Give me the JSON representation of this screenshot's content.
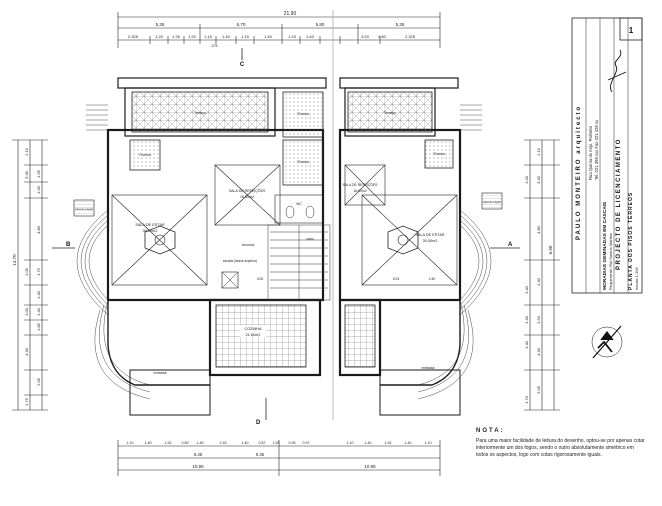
{
  "top_dims": {
    "total": "21.90",
    "segments_row1": [
      "5.35",
      "5.70",
      "5.80",
      "5.35"
    ],
    "segments_row2": [
      "2.325",
      "1.20",
      "1.35",
      "1.20",
      "1.15",
      "1.40",
      "1.15",
      "1.40",
      "1.15",
      "1.40",
      "2.325"
    ],
    "small": [
      "3.20",
      "4.80",
      ".275"
    ]
  },
  "bottom_dims": {
    "segments_row1": [
      "1.10",
      "1.40",
      "1.52",
      "0.80",
      "1.45",
      "1.53",
      "1.40",
      "0.87",
      "1.20",
      "0.95",
      "0.97",
      "1.10",
      "1.40",
      "1.52",
      "1.40",
      "1.10"
    ],
    "segments_row2": [
      "5.35",
      "5.35"
    ],
    "totals": [
      "10.95",
      "10.95"
    ]
  },
  "left_dims": {
    "total": "14.70",
    "values": [
      "1.15",
      "3.45",
      "1.00",
      "1.55",
      "4.80",
      "1.05",
      "1.75",
      "1.40",
      "1.40",
      "1.00",
      "1.85",
      "4.40",
      "2.05",
      "1.75"
    ]
  },
  "right_dims": {
    "total": "6.90",
    "values": [
      "1.15",
      "3.45",
      "1.00",
      "1.40",
      "4.80",
      "1.40",
      "1.40",
      "1.53",
      "1.40",
      "4.40",
      "2.05",
      "1.70"
    ]
  },
  "section_marks": {
    "top": "C",
    "bottom": "D",
    "left": "B",
    "right": "A"
  },
  "rooms": {
    "terraco_left": "Terraço",
    "terraco_right": "Terraço",
    "floreira_1": "Floreira",
    "floreira_2": "Floreira",
    "floreira_3": "Floreira",
    "floreira_4": "Floreira",
    "sala_refeicoes_left": "SALA DE REFEIÇÕES",
    "sala_refeicoes_left_area": "16,00m2",
    "sala_refeicoes_right": "SALA DE REFEIÇÕES",
    "sala_refeicoes_right_area": "16,00m2",
    "sala_estar_left": "SALA DE ESTAR",
    "sala_estar_left_area": "30,00m2",
    "sala_estar_right": "SALA DE ESTAR",
    "sala_estar_right_area": "30,00m2",
    "cozinha": "COZINHA",
    "cozinha_area": "21,60m2",
    "entrada_left": "entrada",
    "entrada_right": "entrada",
    "arrumos": "Arrumos",
    "caixa_esquerda": "caixa de esgoto",
    "caixa_direita": "caixa de esgoto",
    "escada": "escada (desce superior)",
    "wc": "WC",
    "vazio": "vazio",
    "ref_523": "5.23",
    "ref_240": "2.40",
    "ref_300": "3.00"
  },
  "title_block": {
    "architect": "PAULO MONTEIRO arquitecto",
    "address_line1": "Rua Quinta do Anjo, Palmela",
    "address_line2": "Tel. 021 399 xxx  Fax 021 428 xx",
    "project_type": "MORADIAS GEMINADAS EM CASCAIS",
    "requerente": "Requerente: Rui Santos Martins",
    "stage": "PROJECTO DE LICENCIAMENTO",
    "sheet_title": "PLANTA DOS PISOS TÉRREOS",
    "sheet_sub": "escala 1:100",
    "sheet_number": "1",
    "signature": "signature"
  },
  "note": {
    "heading": "NOTA:",
    "text": "Para uma maior facilidade de leitura do desenho, optou-se por apenas cotar interiormente um dos fogos, sendo o outro absolutamente simétrico em todos os aspectos, logo com cotas rigorosamente iguais."
  },
  "colors": {
    "line": "#1a1a1a",
    "hatch": "#555555",
    "paper": "#ffffff"
  }
}
